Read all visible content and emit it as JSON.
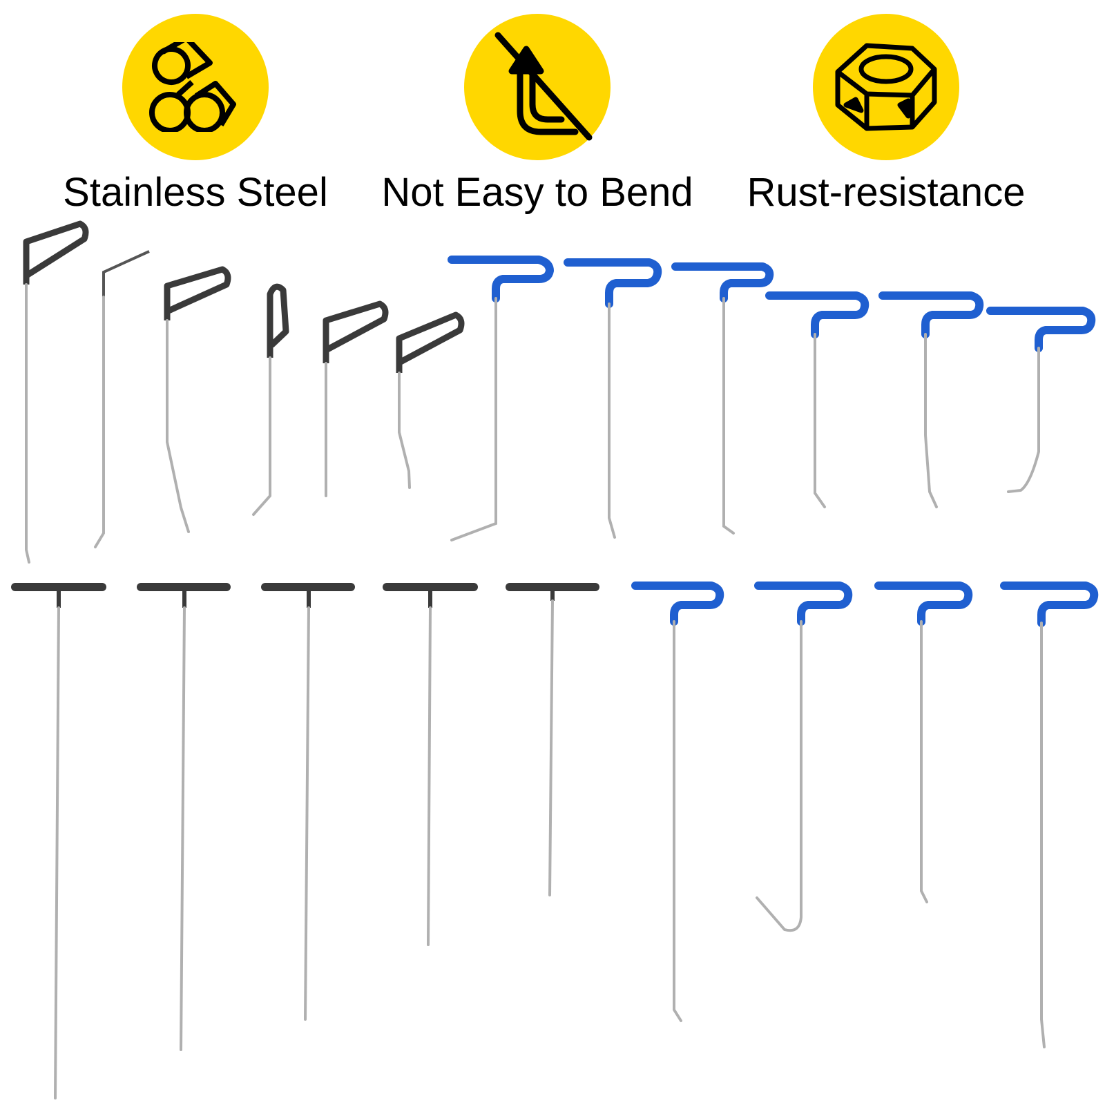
{
  "features": [
    {
      "label": "Stainless Steel",
      "icon": "steel-rods-icon"
    },
    {
      "label": "Not Easy to Bend",
      "icon": "no-bend-icon"
    },
    {
      "label": "Rust-resistance",
      "icon": "hex-nut-icon"
    }
  ],
  "colors": {
    "badge": "#FFD700",
    "black_handle": "#3a3a3a",
    "blue_handle": "#1f5fd0",
    "rod": "#b0b0b0"
  }
}
